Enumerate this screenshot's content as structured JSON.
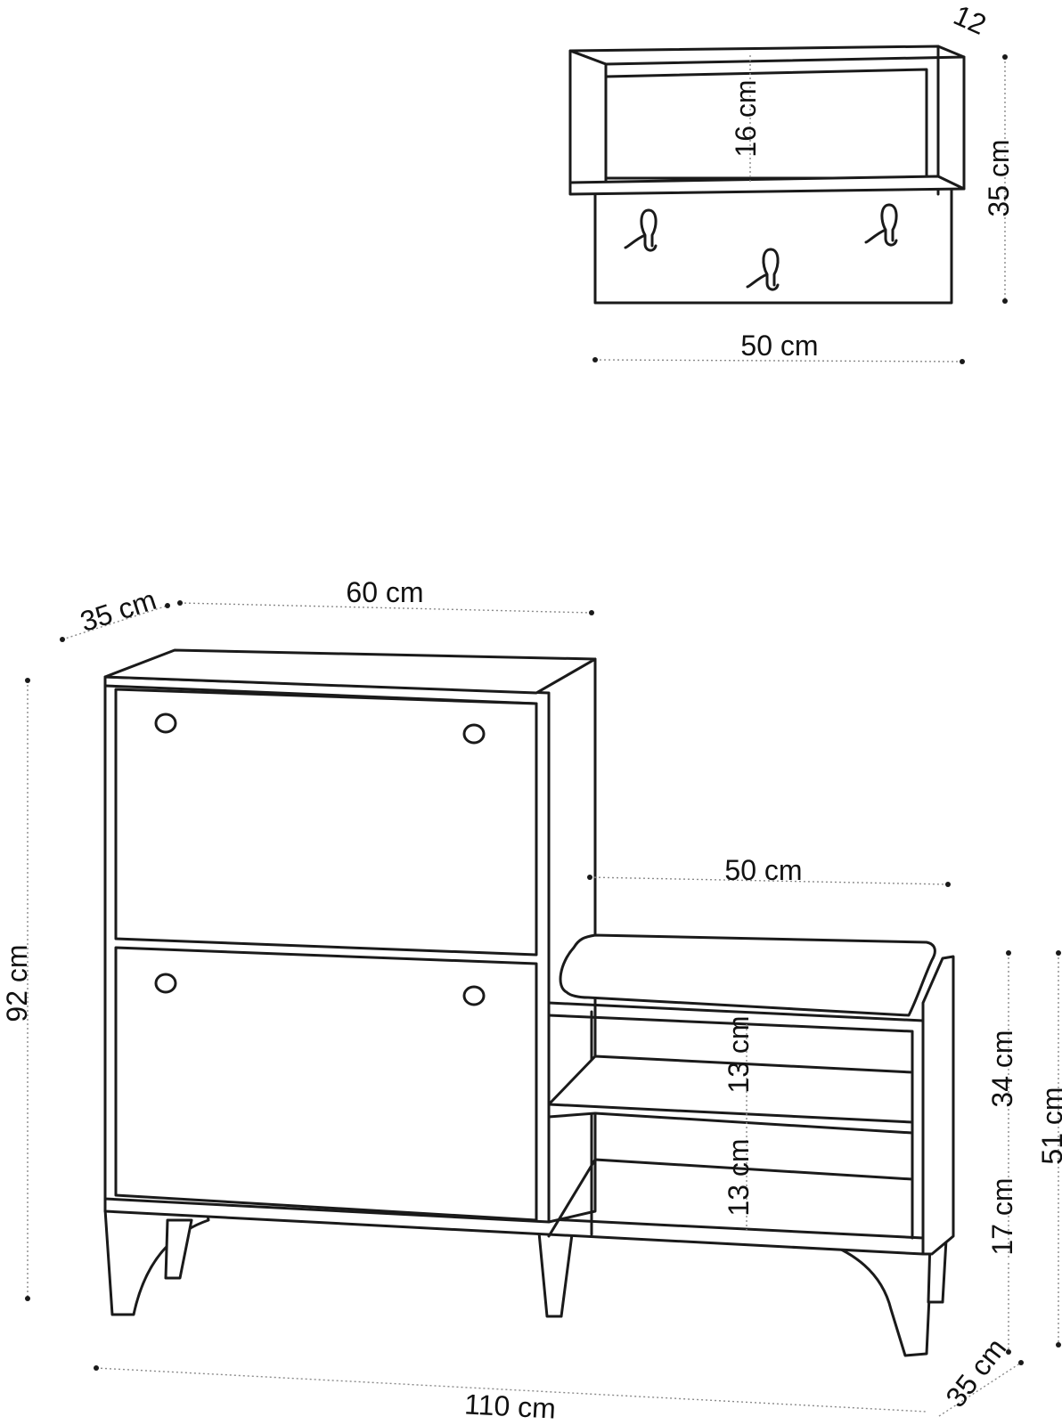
{
  "wall_shelf": {
    "depth_label": "12",
    "inner_height_label": "16 cm",
    "height_label": "35 cm",
    "width_label": "50 cm"
  },
  "shoe_cabinet": {
    "depth_label": "35 cm",
    "cabinet_width_label": "60 cm",
    "total_height_label": "92 cm",
    "bench_width_label": "50 cm",
    "shelf_height_upper_label": "13 cm",
    "shelf_height_lower_label": "13 cm",
    "bench_upper_height_label": "34 cm",
    "bench_total_height_label": "51 cm",
    "leg_height_label": "17 cm",
    "total_width_label": "110 cm",
    "bench_depth_label": "35 cm"
  }
}
